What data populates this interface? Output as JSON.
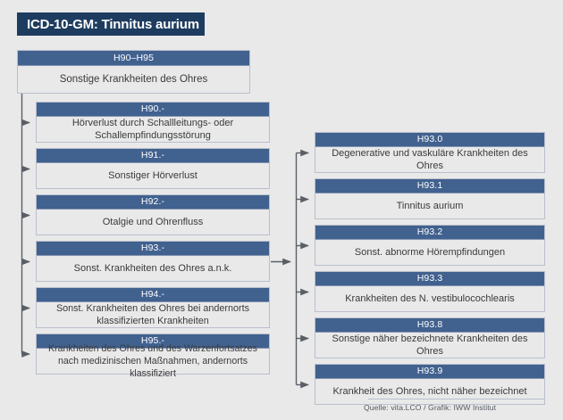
{
  "header": {
    "title": "ICD-10-GM: Tinnitus aurium"
  },
  "colors": {
    "page_background": "#e9e9e9",
    "title_bar": "#1d3c5f",
    "node_header": "#41618f",
    "node_body": "#e9e9e9",
    "node_border": "#b9bfcd",
    "connector": "#5a5f66",
    "body_text": "#3a3a3a",
    "credit_text": "#55595f"
  },
  "root": {
    "code": "H90–H95",
    "label": "Sonstige Krankheiten des Ohres"
  },
  "level2": [
    {
      "code": "H90.-",
      "label": "Hörverlust durch Schallleitungs- oder Schallempfindungsstörung"
    },
    {
      "code": "H91.-",
      "label": "Sonstiger Hörverlust"
    },
    {
      "code": "H92.-",
      "label": "Otalgie und Ohrenfluss"
    },
    {
      "code": "H93.-",
      "label": "Sonst. Krankheiten des Ohres a.n.k."
    },
    {
      "code": "H94.-",
      "label": "Sonst. Krankheiten des Ohres bei andernorts klassifizierten Krankheiten"
    },
    {
      "code": "H95.-",
      "label": "Krankheiten des Ohres und des Warzenfortsatzes nach medizinischen Maßnahmen, andernorts klassifiziert"
    }
  ],
  "level3_parent": "H93.-",
  "level3": [
    {
      "code": "H93.0",
      "label": "Degenerative und vaskuläre Krankheiten des Ohres"
    },
    {
      "code": "H93.1",
      "label": "Tinnitus aurium"
    },
    {
      "code": "H93.2",
      "label": "Sonst. abnorme Hörempfindungen"
    },
    {
      "code": "H93.3",
      "label": "Krankheiten des N. vestibulocochlearis"
    },
    {
      "code": "H93.8",
      "label": "Sonstige näher bezeichnete Krankheiten des Ohres"
    },
    {
      "code": "H93.9",
      "label": "Krankheit des Ohres, nicht näher bezeichnet"
    }
  ],
  "credit": "Quelle: vita.LCO / Grafik: IWW Institut"
}
